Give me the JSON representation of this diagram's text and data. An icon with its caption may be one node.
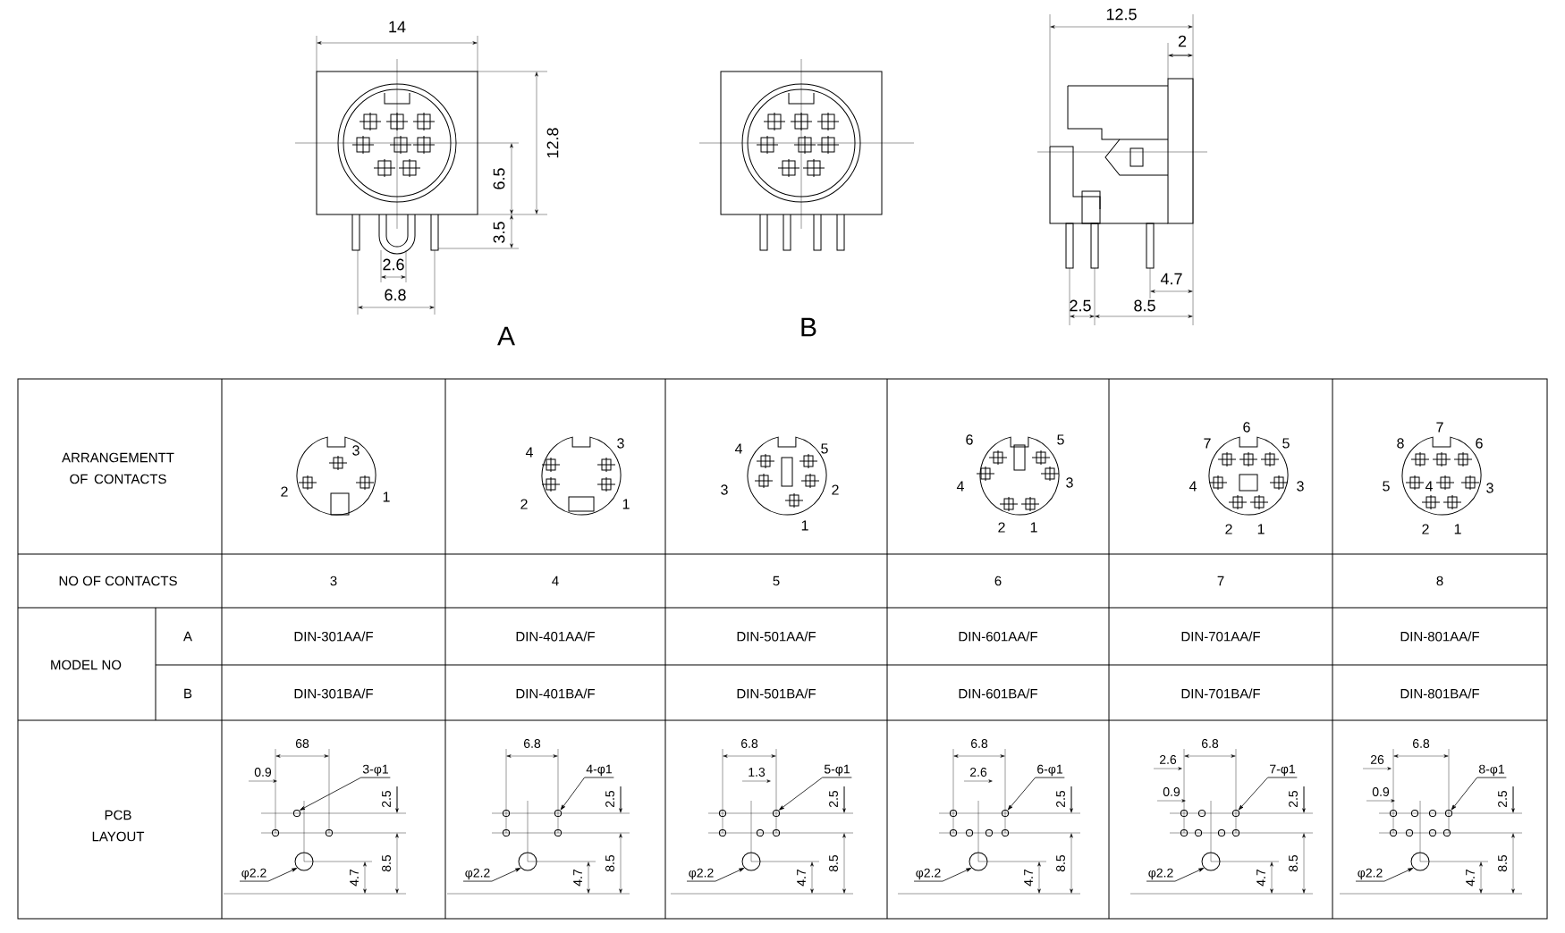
{
  "diagram": {
    "nodes": [
      {
        "text": [
          "3-φ1"
        ]
      },
      {
        "text": [
          "φ2.2"
        ]
      },
      {
        "text": [
          "4-φ1"
        ]
      },
      {
        "text": [
          "φ2.2"
        ]
      },
      {
        "text": [
          "5-φ1"
        ]
      },
      {
        "text": [
          "φ2.2"
        ]
      },
      {
        "text": [
          "6-φ1"
        ]
      },
      {
        "text": [
          "φ2.2"
        ]
      },
      {
        "text": [
          "7-φ1"
        ]
      },
      {
        "text": [
          "φ2.2"
        ]
      },
      {
        "text": [
          "8-φ1"
        ]
      },
      {
        "text": [
          "φ2.2"
        ]
      }
    ],
    "edges": [
      {
        "from": 0,
        "to": null,
        "arrow": "to"
      },
      {
        "from": 1,
        "to": null,
        "arrow": "to"
      },
      {
        "from": 2,
        "to": null,
        "arrow": "to"
      },
      {
        "from": 3,
        "to": null,
        "arrow": "to"
      },
      {
        "from": 4,
        "to": null,
        "arrow": "to"
      },
      {
        "from": 5,
        "to": null,
        "arrow": "to"
      },
      {
        "from": 6,
        "to": null,
        "arrow": "to"
      },
      {
        "from": 7,
        "to": null,
        "arrow": "to"
      },
      {
        "from": 8,
        "to": null,
        "arrow": "to"
      },
      {
        "from": 9,
        "to": null,
        "arrow": "to"
      },
      {
        "from": 10,
        "to": null,
        "arrow": "to"
      },
      {
        "from": 11,
        "to": null,
        "arrow": "to"
      }
    ],
    "labels": [
      "14",
      "12.8",
      "6.5",
      "3.5",
      "2.6",
      "6.8",
      "A",
      "B",
      "12.5",
      "2",
      "4.7",
      "2.5",
      "8.5",
      "ARRANGEMENTT OF CONTACTS",
      "1",
      "2",
      "3",
      "1",
      "2",
      "3",
      "4",
      "1",
      "2",
      "3",
      "4",
      "5",
      "1",
      "2",
      "3",
      "4",
      "5",
      "6",
      "1",
      "2",
      "3",
      "4",
      "5",
      "6",
      "7",
      "1",
      "2",
      "3",
      "4",
      "5",
      "6",
      "7",
      "8",
      "NO OF CONTACTS",
      "3",
      "4",
      "5",
      "6",
      "7",
      "8",
      "MODEL NO",
      "A",
      "DIN-301AA/F",
      "DIN-401AA/F",
      "DIN-501AA/F",
      "DIN-601AA/F",
      "DIN-701AA/F",
      "DIN-801AA/F",
      "B",
      "DIN-301BA/F",
      "DIN-401BA/F",
      "DIN-501BA/F",
      "DIN-601BA/F",
      "DIN-701BA/F",
      "DIN-801BA/F",
      "PCB LAYOUT",
      "68",
      "0.9",
      "2.5",
      "4.7",
      "8.5",
      "6.8",
      "2.5",
      "4.7",
      "8.5",
      "6.8",
      "1.3",
      "2.5",
      "4.7",
      "8.5",
      "6.8",
      "2.6",
      "2.5",
      "4.7",
      "8.5",
      "6.8",
      "2.6",
      "0.9",
      "2.5",
      "4.7",
      "8.5",
      "6.8",
      "26",
      "0.9",
      "2.5",
      "4.7",
      "8.5"
    ]
  }
}
